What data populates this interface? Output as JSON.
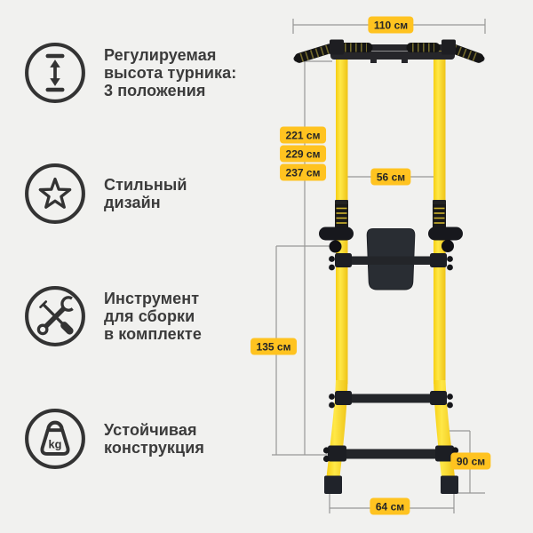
{
  "colors": {
    "background": "#F1F1EF",
    "badge_yellow": "#FFC320",
    "frame_yellow": "#FFE335",
    "frame_black": "#24262B",
    "text_dark": "#3B3B3B",
    "dimension_line": "#989896"
  },
  "features": [
    {
      "icon": "height-adjust-icon",
      "text": "Регулируемая\nвысота турника:\n3 положения"
    },
    {
      "icon": "star-icon",
      "text": "Стильный\nдизайн"
    },
    {
      "icon": "tools-icon",
      "text": "Инструмент\nдля сборки\nв комплекте"
    },
    {
      "icon": "weight-icon",
      "text": "Устойчивая\nконструкция"
    }
  ],
  "weight_icon_label": "kg",
  "dimensions": {
    "bar_width": "110 см",
    "height_position_1": "221 см",
    "height_position_2": "229 см",
    "height_position_3": "237 см",
    "bar_depth": "56 см",
    "handle_height": "135 см",
    "base_height": "90 см",
    "base_width": "64 см"
  }
}
